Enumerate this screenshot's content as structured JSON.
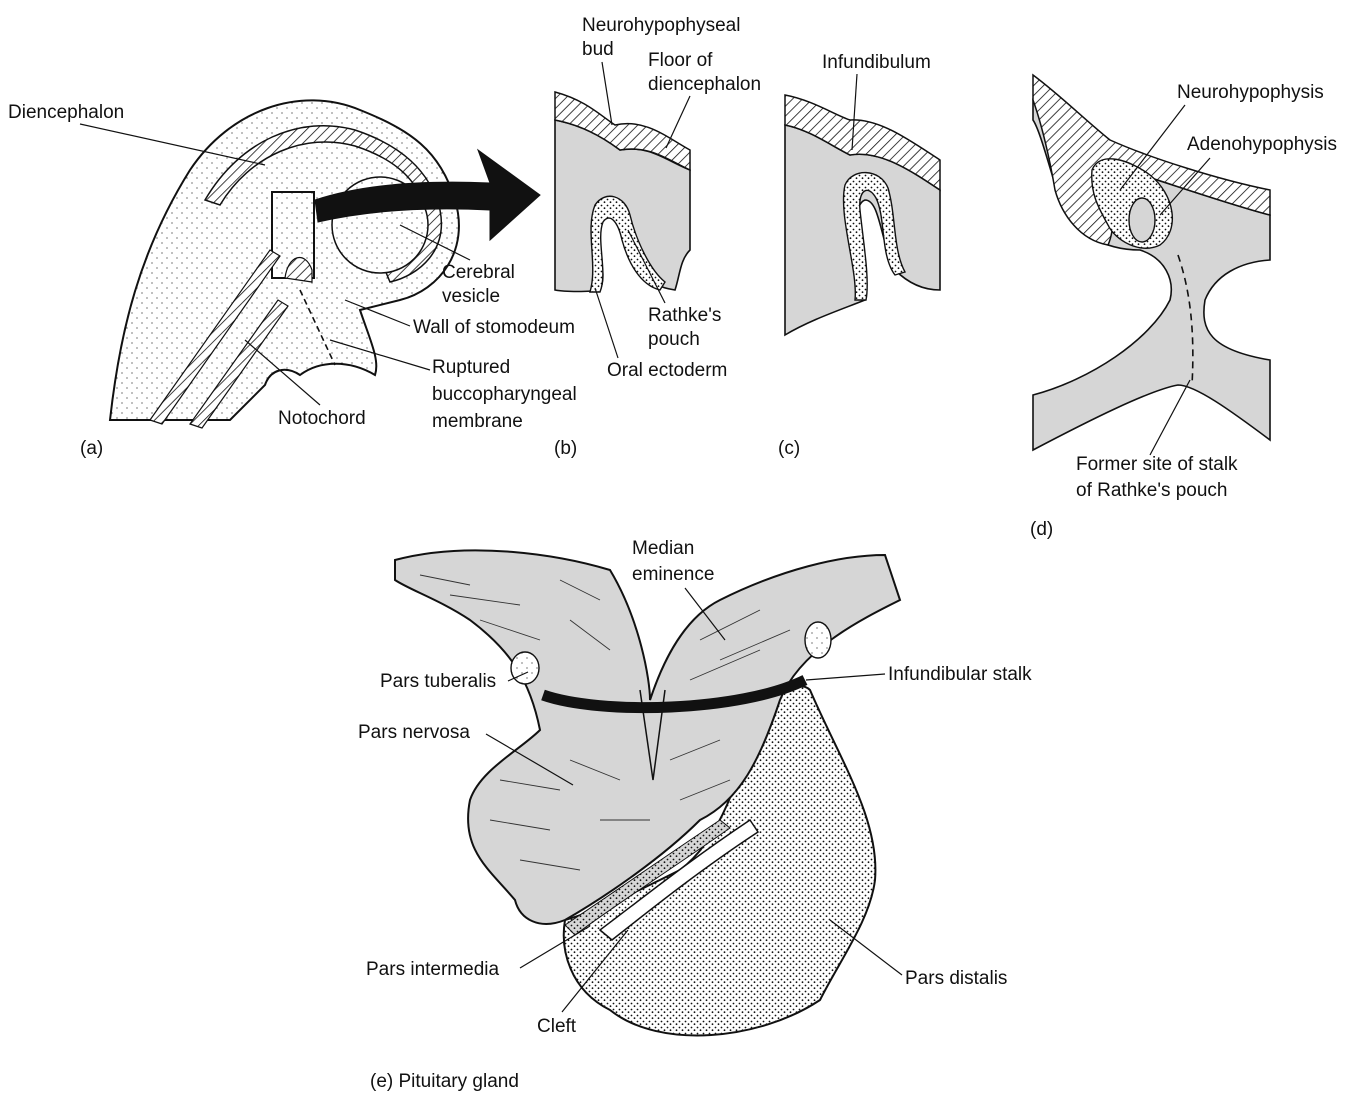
{
  "colors": {
    "tissue_gray": "#d6d6d6",
    "ink": "#111111",
    "paper": "#ffffff"
  },
  "panel_a": {
    "caption": "(a)",
    "labels": {
      "diencephalon": "Diencephalon",
      "cerebral_vesicle_1": "Cerebral",
      "cerebral_vesicle_2": "vesicle",
      "wall_of_stomodeum": "Wall of stomodeum",
      "ruptured_1": "Ruptured",
      "ruptured_2": "buccopharyngeal",
      "ruptured_3": "membrane",
      "notochord": "Notochord"
    }
  },
  "panel_b": {
    "caption": "(b)",
    "labels": {
      "neuro_bud_1": "Neurohypophyseal",
      "neuro_bud_2": "bud",
      "floor_1": "Floor of",
      "floor_2": "diencephalon",
      "rathke_1": "Rathke's",
      "rathke_2": "pouch",
      "oral_ectoderm": "Oral ectoderm"
    }
  },
  "panel_c": {
    "caption": "(c)",
    "labels": {
      "infundibulum": "Infundibulum"
    }
  },
  "panel_d": {
    "caption": "(d)",
    "labels": {
      "neurohypophysis": "Neurohypophysis",
      "adenohypophysis": "Adenohypophysis",
      "former_site_1": "Former site of stalk",
      "former_site_2": "of Rathke's pouch"
    }
  },
  "panel_e": {
    "caption": "(e) Pituitary gland",
    "labels": {
      "median_eminence_1": "Median",
      "median_eminence_2": "eminence",
      "pars_tuberalis": "Pars tuberalis",
      "infundibular_stalk": "Infundibular stalk",
      "pars_nervosa": "Pars nervosa",
      "pars_intermedia": "Pars intermedia",
      "cleft": "Cleft",
      "pars_distalis": "Pars distalis"
    }
  }
}
